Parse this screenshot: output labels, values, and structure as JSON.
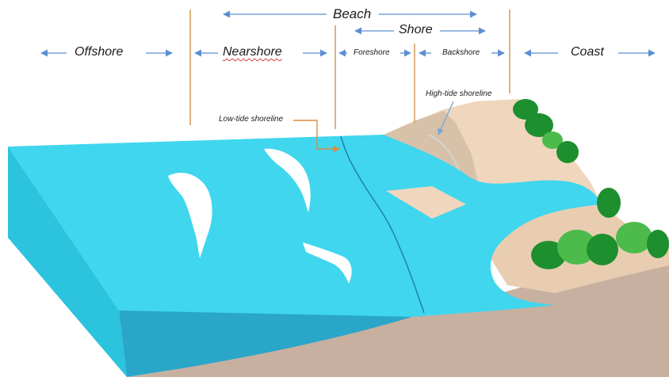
{
  "labels": {
    "beach": "Beach",
    "shore": "Shore",
    "offshore": "Offshore",
    "nearshore": "Nearshore",
    "foreshore": "Foreshore",
    "backshore": "Backshore",
    "coast": "Coast",
    "low_tide": "Low-tide shoreline",
    "high_tide": "High-tide shoreline"
  },
  "colors": {
    "water": "#3fd6ee",
    "water_side": "#2bc3de",
    "water_front": "#2aa6c8",
    "sand": "#efd6bd",
    "sand_shadow": "#d8c1a9",
    "cliff": "#c8b0a0",
    "vegetation_dark": "#1e8f2e",
    "vegetation_light": "#4cbb4c",
    "divider": "#d39a52",
    "arrow": "#5b8fd2",
    "callout_low": "#e08a3c",
    "callout_high": "#7aa7d6",
    "foam": "#ffffff"
  }
}
